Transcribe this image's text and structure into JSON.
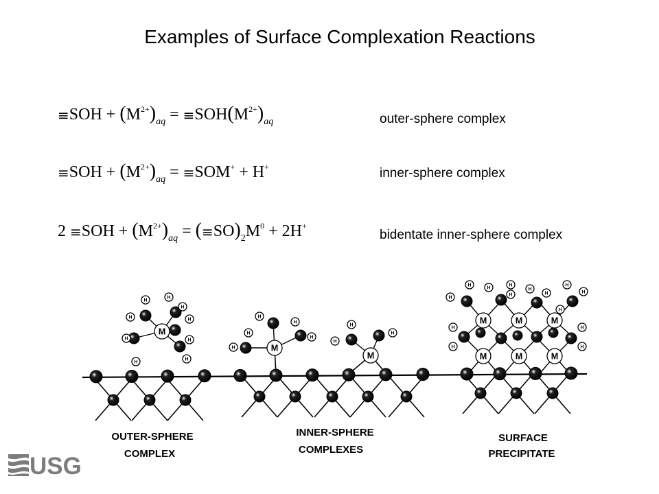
{
  "title": "Examples of Surface Complexation Reactions",
  "equations": [
    {
      "prefix": "",
      "label": "outer-sphere complex"
    },
    {
      "prefix": "",
      "label": "inner-sphere complex"
    },
    {
      "prefix": "2",
      "label": "bidentate inner-sphere complex"
    }
  ],
  "diagram": {
    "sections": [
      "OUTER-SPHERE",
      "COMPLEX",
      "INNER-SPHERE",
      "COMPLEXES",
      "SURFACE",
      "PRECIPITATE"
    ],
    "atom_labels": {
      "metal": "M",
      "hydrogen": "H"
    }
  },
  "logo": {
    "text": "USG"
  },
  "colors": {
    "ink": "#000000",
    "logo": "#7c7c7c",
    "background": "#ffffff"
  }
}
